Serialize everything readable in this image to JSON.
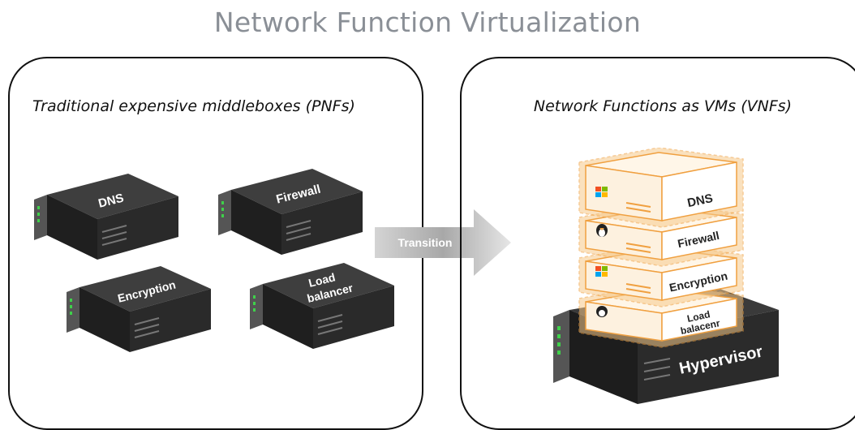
{
  "title": "Network Function Virtualization",
  "left_panel": {
    "heading": "Traditional expensive middleboxes (PNFs)",
    "boxes": [
      {
        "label_lines": [
          "DNS"
        ]
      },
      {
        "label_lines": [
          "Firewall"
        ]
      },
      {
        "label_lines": [
          "Encryption"
        ]
      },
      {
        "label_lines": [
          "Load",
          "balancer"
        ]
      }
    ]
  },
  "transition": {
    "label": "Transition"
  },
  "right_panel": {
    "heading": "Network Functions as VMs (VNFs)",
    "vms": [
      {
        "label_lines": [
          "DNS"
        ],
        "os_icon": "windows-icon"
      },
      {
        "label_lines": [
          "Firewall"
        ],
        "os_icon": "linux-tux-icon"
      },
      {
        "label_lines": [
          "Encryption"
        ],
        "os_icon": "windows-icon"
      },
      {
        "label_lines": [
          "Load",
          "balacenr"
        ],
        "os_icon": "linux-tux-icon"
      }
    ],
    "hypervisor": {
      "label": "Hypervisor"
    }
  },
  "colors": {
    "title": "#8a8f96",
    "server_dark": "#2b2b2b",
    "server_top": "#3d3d3d",
    "vm_orange": "#f0a040",
    "vm_glow": "#f6c98a",
    "led_green": "#3fd14a",
    "arrow_gray": "#b9b9b9"
  }
}
